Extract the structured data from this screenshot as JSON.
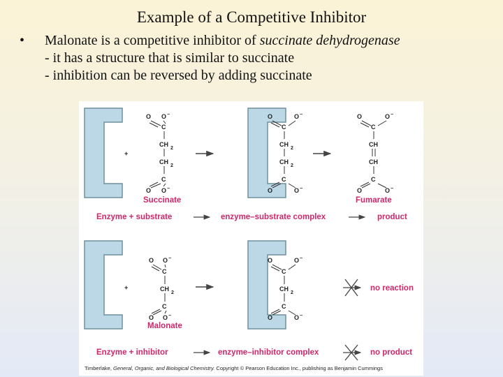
{
  "title": "Example of a Competitive Inhibitor",
  "bullet": {
    "lead": "Malonate is a competitive inhibitor of ",
    "enzyme_name": "succinate dehydrogenase",
    "lines": [
      "- it has a structure that is similar to  succinate",
      "- inhibition can be reversed by adding succinate"
    ]
  },
  "figure": {
    "plus": "+",
    "labels": {
      "succinate": "Succinate",
      "fumarate": "Fumarate",
      "malonate": "Malonate",
      "enzyme_substrate": "Enzyme + substrate",
      "es_complex": "enzyme–substrate complex",
      "product": "product",
      "no_reaction": "no reaction",
      "enzyme_inhibitor": "Enzyme + inhibitor",
      "ei_complex": "enzyme–inhibitor complex",
      "no_product": "no product"
    },
    "chem": {
      "o": "O",
      "c": "C",
      "ch2": "CH",
      "ch": "CH",
      "sub2": "2",
      "minus": "−"
    },
    "credit_parts": [
      "Timberlake, ",
      "General, Organic, and Biological Chemistry.",
      "  Copyright © Pearson Education Inc., publishing as Benjamin Cummings"
    ]
  },
  "colors": {
    "enzyme_fill": "#bcd8e6",
    "enzyme_stroke": "#6f8f9c",
    "label_pink": "#d0266a"
  }
}
